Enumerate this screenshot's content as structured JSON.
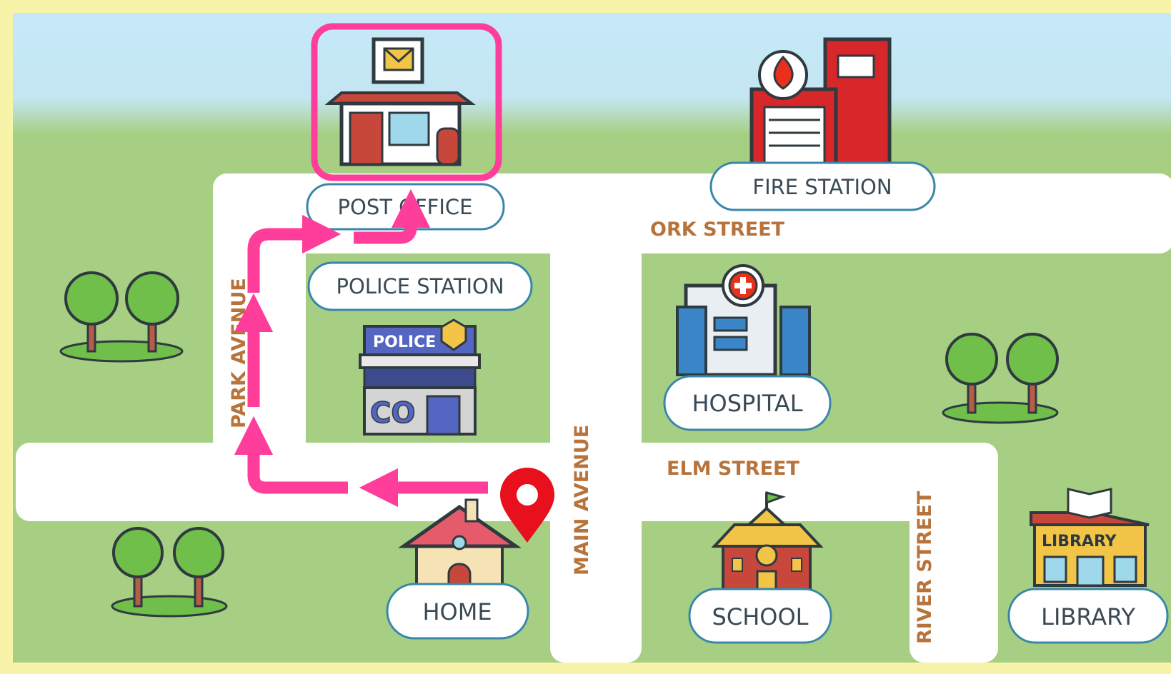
{
  "map": {
    "places": {
      "post_office": "POST OFFICE",
      "fire_station": "FIRE STATION",
      "police_station": "POLICE STATION",
      "hospital": "HOSPITAL",
      "home": "HOME",
      "school": "SCHOOL",
      "library": "LIBRARY"
    },
    "streets": {
      "ork_street": "ORK STREET",
      "park_avenue": "PARK AVENUE",
      "main_avenue": "MAIN AVENUE",
      "elm_street": "ELM STREET",
      "river_street": "RIVER STREET"
    },
    "signs": {
      "mail_icon": "mail-envelope",
      "police_sign": "POLICE",
      "police_wall": "CO",
      "library_sign": "LIBRARY"
    },
    "route": {
      "start": "HOME",
      "destination": "POST OFFICE",
      "color": "#ff3d9a"
    },
    "colors": {
      "grass": "#a6cf84",
      "sky": "#c4e8f6",
      "road": "#ffffff",
      "frame": "#f7f3a8",
      "pin": "#e8101d"
    }
  }
}
